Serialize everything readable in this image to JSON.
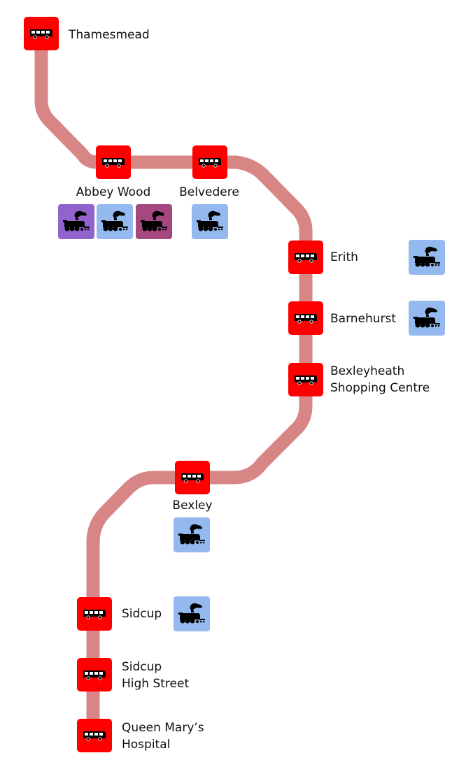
{
  "title": "Bus route map",
  "colors": {
    "route": "#d88585",
    "bus_stop": "#ff0000",
    "rail_light_blue": "#93b9ee",
    "rail_purple": "#9163cc",
    "rail_magenta": "#a5487f"
  },
  "stops": [
    {
      "name": "Thamesmead",
      "icon": "bus-icon",
      "rail": []
    },
    {
      "name": "Abbey Wood",
      "icon": "bus-icon",
      "rail": [
        "purple",
        "light-blue",
        "magenta"
      ]
    },
    {
      "name": "Belvedere",
      "icon": "bus-icon",
      "rail": [
        "light-blue"
      ]
    },
    {
      "name": "Erith",
      "icon": "bus-icon",
      "rail": [
        "light-blue"
      ]
    },
    {
      "name": "Barnehurst",
      "icon": "bus-icon",
      "rail": [
        "light-blue"
      ]
    },
    {
      "name_line1": "Bexleyheath",
      "name_line2": "Shopping Centre",
      "icon": "bus-icon",
      "rail": []
    },
    {
      "name": "Bexley",
      "icon": "bus-icon",
      "rail": [
        "light-blue"
      ]
    },
    {
      "name": "Sidcup",
      "icon": "bus-icon",
      "rail": [
        "light-blue"
      ]
    },
    {
      "name_line1": "Sidcup",
      "name_line2": "High Street",
      "icon": "bus-icon",
      "rail": []
    },
    {
      "name_line1": "Queen Mary’s",
      "name_line2": "Hospital",
      "icon": "bus-icon",
      "rail": []
    }
  ]
}
